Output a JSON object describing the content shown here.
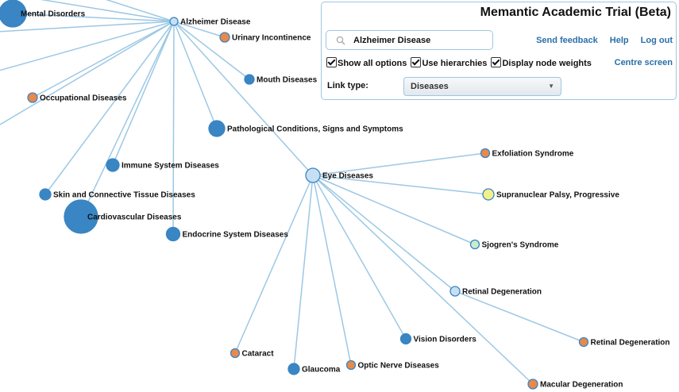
{
  "header": {
    "title": "Memantic Academic Trial (Beta)"
  },
  "search": {
    "value": "Alzheimer Disease",
    "icon": "search-icon"
  },
  "links": {
    "feedback": "Send feedback",
    "help": "Help",
    "logout": "Log out",
    "centre": "Centre screen"
  },
  "options": {
    "show_all": {
      "label": "Show all options",
      "checked": true
    },
    "hierarchies": {
      "label": "Use hierarchies",
      "checked": true
    },
    "node_weights": {
      "label": "Display node weights",
      "checked": true
    }
  },
  "link_type": {
    "label": "Link type:",
    "selected": "Diseases"
  },
  "colors": {
    "edge": "#9cc8e4",
    "node_blue": "#3a85c3",
    "node_orange": "#e9894a",
    "node_light": "#c7dff3",
    "node_yellow": "#f3f08a",
    "node_pale_green": "#c9ecc9",
    "link": "#2a6fa8"
  },
  "graph": {
    "nodes": [
      {
        "id": "alz",
        "label": "Alzheimer Disease",
        "color": "light"
      },
      {
        "id": "mental",
        "label": "Mental Disorders",
        "color": "blue"
      },
      {
        "id": "urinary",
        "label": "Urinary Incontinence",
        "color": "orange"
      },
      {
        "id": "mouth",
        "label": "Mouth Diseases",
        "color": "blue"
      },
      {
        "id": "occup",
        "label": "Occupational Diseases",
        "color": "orange"
      },
      {
        "id": "patho",
        "label": "Pathological Conditions, Signs and Symptoms",
        "color": "blue"
      },
      {
        "id": "immune",
        "label": "Immune System Diseases",
        "color": "blue"
      },
      {
        "id": "skin",
        "label": "Skin and Connective Tissue Diseases",
        "color": "blue"
      },
      {
        "id": "cardio",
        "label": "Cardiovascular Diseases",
        "color": "blue"
      },
      {
        "id": "endo",
        "label": "Endocrine System Diseases",
        "color": "blue"
      },
      {
        "id": "eye",
        "label": "Eye Diseases",
        "color": "light"
      },
      {
        "id": "exfol",
        "label": "Exfoliation Syndrome",
        "color": "orange"
      },
      {
        "id": "supra",
        "label": "Supranuclear Palsy, Progressive",
        "color": "yellow"
      },
      {
        "id": "sjogren",
        "label": "Sjogren's Syndrome",
        "color": "pale_green"
      },
      {
        "id": "retdeg",
        "label": "Retinal Degeneration",
        "color": "light"
      },
      {
        "id": "retdeg2",
        "label": "Retinal Degeneration",
        "color": "orange"
      },
      {
        "id": "macular",
        "label": "Macular Degeneration",
        "color": "orange"
      },
      {
        "id": "vision",
        "label": "Vision Disorders",
        "color": "blue"
      },
      {
        "id": "optic",
        "label": "Optic Nerve Diseases",
        "color": "orange"
      },
      {
        "id": "glaucoma",
        "label": "Glaucoma",
        "color": "blue"
      },
      {
        "id": "cataract",
        "label": "Cataract",
        "color": "orange"
      }
    ]
  }
}
